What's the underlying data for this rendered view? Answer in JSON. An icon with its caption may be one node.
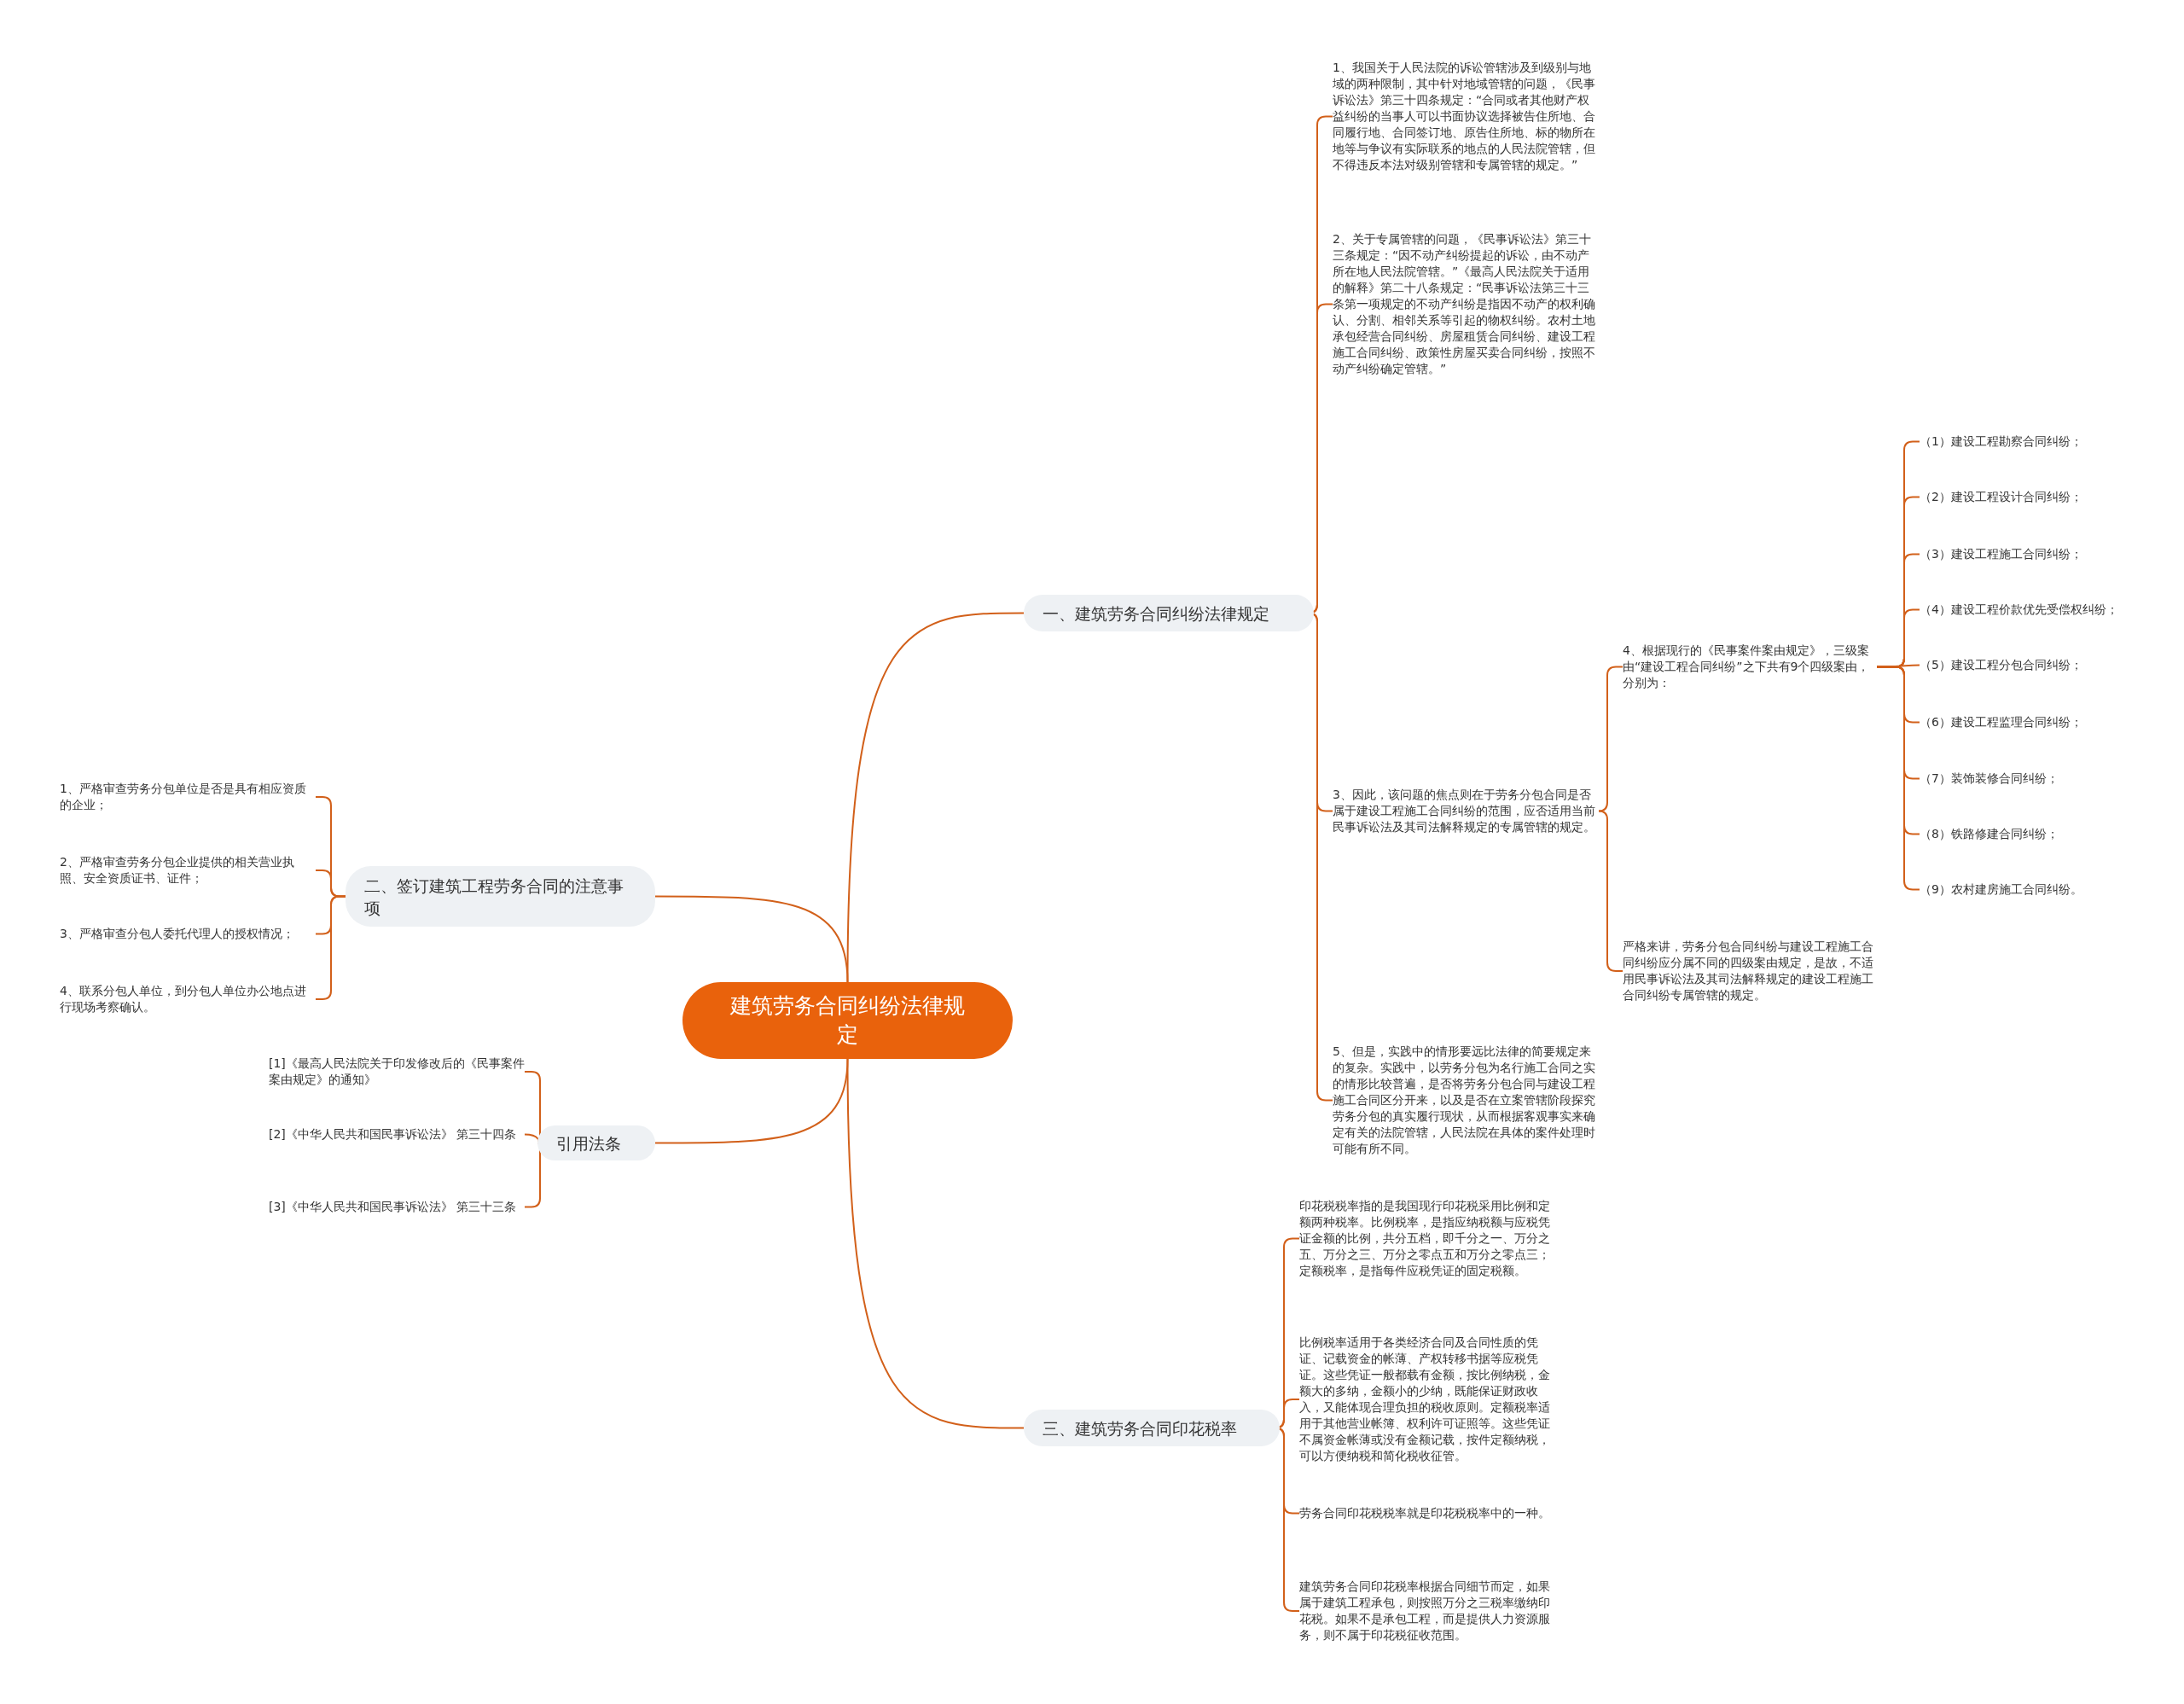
{
  "diagram": {
    "nodes": [
      {
        "text": [
          "建筑劳务合同纠纷法律规定"
        ]
      },
      {
        "text": [
          "一、建筑劳务合同纠纷法律规定"
        ]
      },
      {
        "text": [
          "1、我国关于人民法院的诉讼管辖涉及到级别与地域的两种限制，其中针对地域管辖的问题，《民事诉讼法》第三十四条规定：“合同或者其他财产权益纠纷的当事人可以书面协议选择被告住所地、合同履行地、合同签订地、原告住所地、标的物所在地等与争议有实际联系的地点的人民法院管辖，但不得违反本法对级别管辖和专属管辖的规定。”"
        ]
      },
      {
        "text": [
          "2、关于专属管辖的问题，《民事诉讼法》第三十三条规定：“因不动产纠纷提起的诉讼，由不动产所在地人民法院管辖。”《最高人民法院关于适用的解释》第二十八条规定：“民事诉讼法第三十三条第一项规定的不动产纠纷是指因不动产的权利确认、分割、相邻关系等引起的物权纠纷。农村土地承包经营合同纠纷、房屋租赁合同纠纷、建设工程施工合同纠纷、政策性房屋买卖合同纠纷，按照不动产纠纷确定管辖。”"
        ]
      },
      {
        "text": [
          "3、因此，该问题的焦点则在于劳务分包合同是否属于建设工程施工合同纠纷的范围，应否适用当前民事诉讼法及其司法解释规定的专属管辖的规定。"
        ]
      },
      {
        "text": [
          "4、根据现行的《民事案件案由规定》，三级案由“建设工程合同纠纷”之下共有9个四级案由，分别为："
        ]
      },
      {
        "text": [
          "（1）建设工程勘察合同纠纷；"
        ]
      },
      {
        "text": [
          "（2）建设工程设计合同纠纷；"
        ]
      },
      {
        "text": [
          "（3）建设工程施工合同纠纷；"
        ]
      },
      {
        "text": [
          "（4）建设工程价款优先受偿权纠纷；"
        ]
      },
      {
        "text": [
          "（5）建设工程分包合同纠纷；"
        ]
      },
      {
        "text": [
          "（6）建设工程监理合同纠纷；"
        ]
      },
      {
        "text": [
          "（7）装饰装修合同纠纷；"
        ]
      },
      {
        "text": [
          "（8）铁路修建合同纠纷；"
        ]
      },
      {
        "text": [
          "（9）农村建房施工合同纠纷。"
        ]
      },
      {
        "text": [
          "严格来讲，劳务分包合同纠纷与建设工程施工合同纠纷应分属不同的四级案由规定，是故，不适用民事诉讼法及其司法解释规定的建设工程施工合同纠纷专属管辖的规定。"
        ]
      },
      {
        "text": [
          "5、但是，实践中的情形要远比法律的简要规定来的复杂。实践中，以劳务分包为名行施工合同之实的情形比较普遍，是否将劳务分包合同与建设工程施工合同区分开来，以及是否在立案管辖阶段探究劳务分包的真实履行现状，从而根据客观事实来确定有关的法院管辖，人民法院在具体的案件处理时可能有所不同。"
        ]
      },
      {
        "text": [
          "二、签订建筑工程劳务合同的注意事项"
        ]
      },
      {
        "text": [
          "1、严格审查劳务分包单位是否是具有相应资质的企业；"
        ]
      },
      {
        "text": [
          "2、严格审查劳务分包企业提供的相关营业执照、安全资质证书、证件；"
        ]
      },
      {
        "text": [
          "3、严格审查分包人委托代理人的授权情况；"
        ]
      },
      {
        "text": [
          "4、联系分包人单位，到分包人单位办公地点进行现场考察确认。"
        ]
      },
      {
        "text": [
          "引用法条"
        ]
      },
      {
        "text": [
          "[1]《最高人民法院关于印发修改后的《民事案件案由规定》的通知》"
        ]
      },
      {
        "text": [
          "[2]《中华人民共和国民事诉讼法》 第三十四条"
        ]
      },
      {
        "text": [
          "[3]《中华人民共和国民事诉讼法》 第三十三条"
        ]
      },
      {
        "text": [
          "三、建筑劳务合同印花税率"
        ]
      },
      {
        "text": [
          "印花税税率指的是我国现行印花税采用比例和定额两种税率。比例税率，是指应纳税额与应税凭证金额的比例，共分五档，即千分之一、万分之五、万分之三、万分之零点五和万分之零点三；定额税率，是指每件应税凭证的固定税额。"
        ]
      },
      {
        "text": [
          "比例税率适用于各类经济合同及合同性质的凭证、记载资金的帐薄、产权转移书据等应税凭证。这些凭证一般都载有金额，按比例纳税，金额大的多纳，金额小的少纳，既能保证财政收入，又能体现合理负担的税收原则。定额税率适用于其他营业帐簿、权利许可证照等。这些凭证不属资金帐薄或没有金额记载，按件定额纳税，可以方便纳税和简化税收征管。"
        ]
      },
      {
        "text": [
          "劳务合同印花税税率就是印花税税率中的一种。"
        ]
      },
      {
        "text": [
          "建筑劳务合同印花税率根据合同细节而定，如果属于建筑工程承包，则按照万分之三税率缴纳印花税。如果不是承包工程，而是提供人力资源服务，则不属于印花税征收范围。"
        ]
      }
    ],
    "edges": [
      {
        "from": 0,
        "to": 1,
        "arrow": "none"
      },
      {
        "from": 1,
        "to": 2,
        "arrow": "none"
      },
      {
        "from": 1,
        "to": 3,
        "arrow": "none"
      },
      {
        "from": 1,
        "to": 4,
        "arrow": "none"
      },
      {
        "from": 4,
        "to": 5,
        "arrow": "none"
      },
      {
        "from": 5,
        "to": 6,
        "arrow": "none"
      },
      {
        "from": 5,
        "to": 7,
        "arrow": "none"
      },
      {
        "from": 5,
        "to": 8,
        "arrow": "none"
      },
      {
        "from": 5,
        "to": 9,
        "arrow": "none"
      },
      {
        "from": 5,
        "to": 10,
        "arrow": "none"
      },
      {
        "from": 5,
        "to": 11,
        "arrow": "none"
      },
      {
        "from": 5,
        "to": 12,
        "arrow": "none"
      },
      {
        "from": 5,
        "to": 13,
        "arrow": "none"
      },
      {
        "from": 5,
        "to": 14,
        "arrow": "none"
      },
      {
        "from": 4,
        "to": 15,
        "arrow": "none"
      },
      {
        "from": 1,
        "to": 16,
        "arrow": "none"
      },
      {
        "from": 0,
        "to": 17,
        "arrow": "none"
      },
      {
        "from": 17,
        "to": 18,
        "arrow": "none"
      },
      {
        "from": 17,
        "to": 19,
        "arrow": "none"
      },
      {
        "from": 17,
        "to": 20,
        "arrow": "none"
      },
      {
        "from": 17,
        "to": 21,
        "arrow": "none"
      },
      {
        "from": 0,
        "to": 22,
        "arrow": "none"
      },
      {
        "from": 22,
        "to": 23,
        "arrow": "none"
      },
      {
        "from": 22,
        "to": 24,
        "arrow": "none"
      },
      {
        "from": 22,
        "to": 25,
        "arrow": "none"
      },
      {
        "from": 0,
        "to": 26,
        "arrow": "none"
      },
      {
        "from": 26,
        "to": 27,
        "arrow": "none"
      },
      {
        "from": 26,
        "to": 28,
        "arrow": "none"
      },
      {
        "from": 26,
        "to": 29,
        "arrow": "none"
      },
      {
        "from": 26,
        "to": 30,
        "arrow": "none"
      }
    ]
  }
}
